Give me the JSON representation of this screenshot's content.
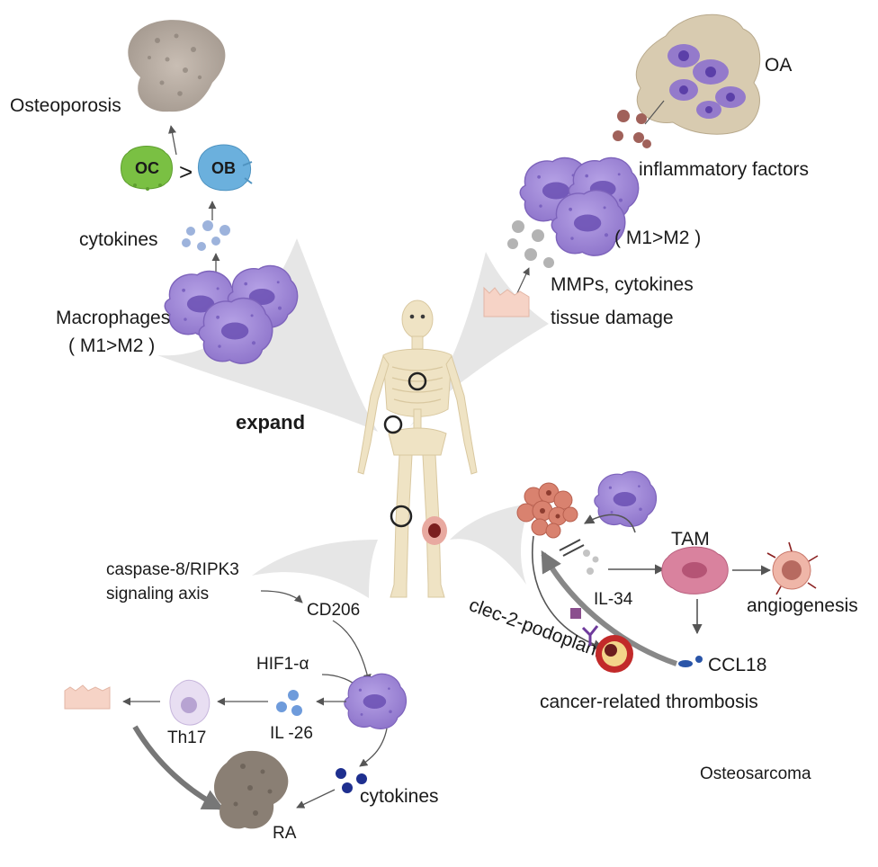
{
  "labels": {
    "osteoporosis": "Osteoporosis",
    "oc": "OC",
    "gt": ">",
    "ob": "OB",
    "cytokines_top": "cytokines",
    "macrophages": "Macrophages",
    "m1m2_left": "( M1>M2 )",
    "oa": "OA",
    "inflammatory": "inflammatory factors",
    "m1m2_right": "( M1>M2 )",
    "mmps": "MMPs, cytokines",
    "tissue_damage": "tissue damage",
    "expand": "expand",
    "tam": "TAM",
    "il34": "IL-34",
    "angiogenesis": "angiogenesis",
    "clec": "clec-2-podoplanin",
    "ccl18": "CCL18",
    "thrombosis": "cancer-related thrombosis",
    "osteosarcoma": "Osteosarcoma",
    "caspase": "caspase-8/RIPK3",
    "signaling": "signaling axis",
    "cd206": "CD206",
    "hif": "HIF1-α",
    "th17": "Th17",
    "il26": "IL -26",
    "cytokines_bottom": "cytokines",
    "ra": "RA"
  },
  "colors": {
    "macrophage": "#9b84d3",
    "macrophage_nucleus": "#6a4fb3",
    "bone": "#a89f94",
    "osteoclast": "#7ac043",
    "osteoblast": "#6bb0dd",
    "skeleton": "#efe3c4",
    "tam": "#d9829e",
    "tumor": "#d9826f",
    "fan": "#e6e6e6",
    "arrow": "#555555"
  }
}
